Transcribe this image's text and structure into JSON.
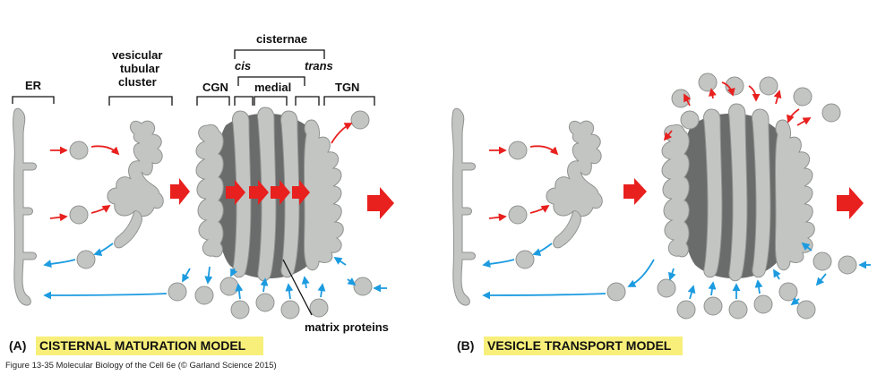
{
  "labels": {
    "er": "ER",
    "vtc_line1": "vesicular",
    "vtc_line2": "tubular",
    "vtc_line3": "cluster",
    "cisternae": "cisternae",
    "cis": "cis",
    "medial": "medial",
    "trans": "trans",
    "cgn": "CGN",
    "tgn": "TGN",
    "matrix_proteins": "matrix proteins"
  },
  "panel_a": {
    "letter": "(A)",
    "title": "CISTERNAL MATURATION MODEL"
  },
  "panel_b": {
    "letter": "(B)",
    "title": "VESICLE TRANSPORT MODEL"
  },
  "caption": "Figure 13-35  Molecular Biology of the Cell 6e (© Garland Science 2015)",
  "colors": {
    "membrane": "#c3c5c2",
    "matrix": "#6a6c6b",
    "anterograde_arrow": "#e8201e",
    "retrograde_arrow": "#1c9be0",
    "title_highlight": "#f7ef7a"
  }
}
